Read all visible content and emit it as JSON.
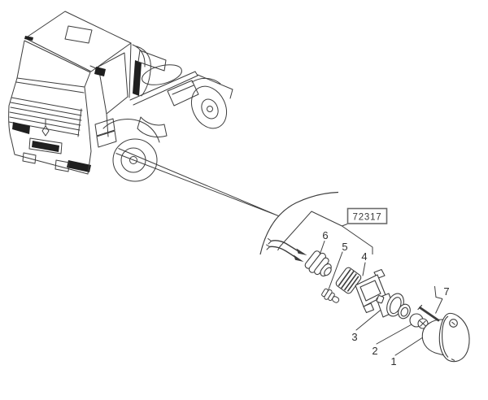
{
  "diagram": {
    "title": "exploded-parts-diagram",
    "reference_box": {
      "label": "72317"
    },
    "callouts": [
      {
        "number": "1"
      },
      {
        "number": "2"
      },
      {
        "number": "3"
      },
      {
        "number": "4"
      },
      {
        "number": "5"
      },
      {
        "number": "6"
      },
      {
        "number": "7"
      }
    ],
    "colors": {
      "background": "#ffffff",
      "line": "#3d3d3d",
      "dark_fill": "#1f1f1f",
      "ref_box_border": "#6b6b6b"
    }
  }
}
